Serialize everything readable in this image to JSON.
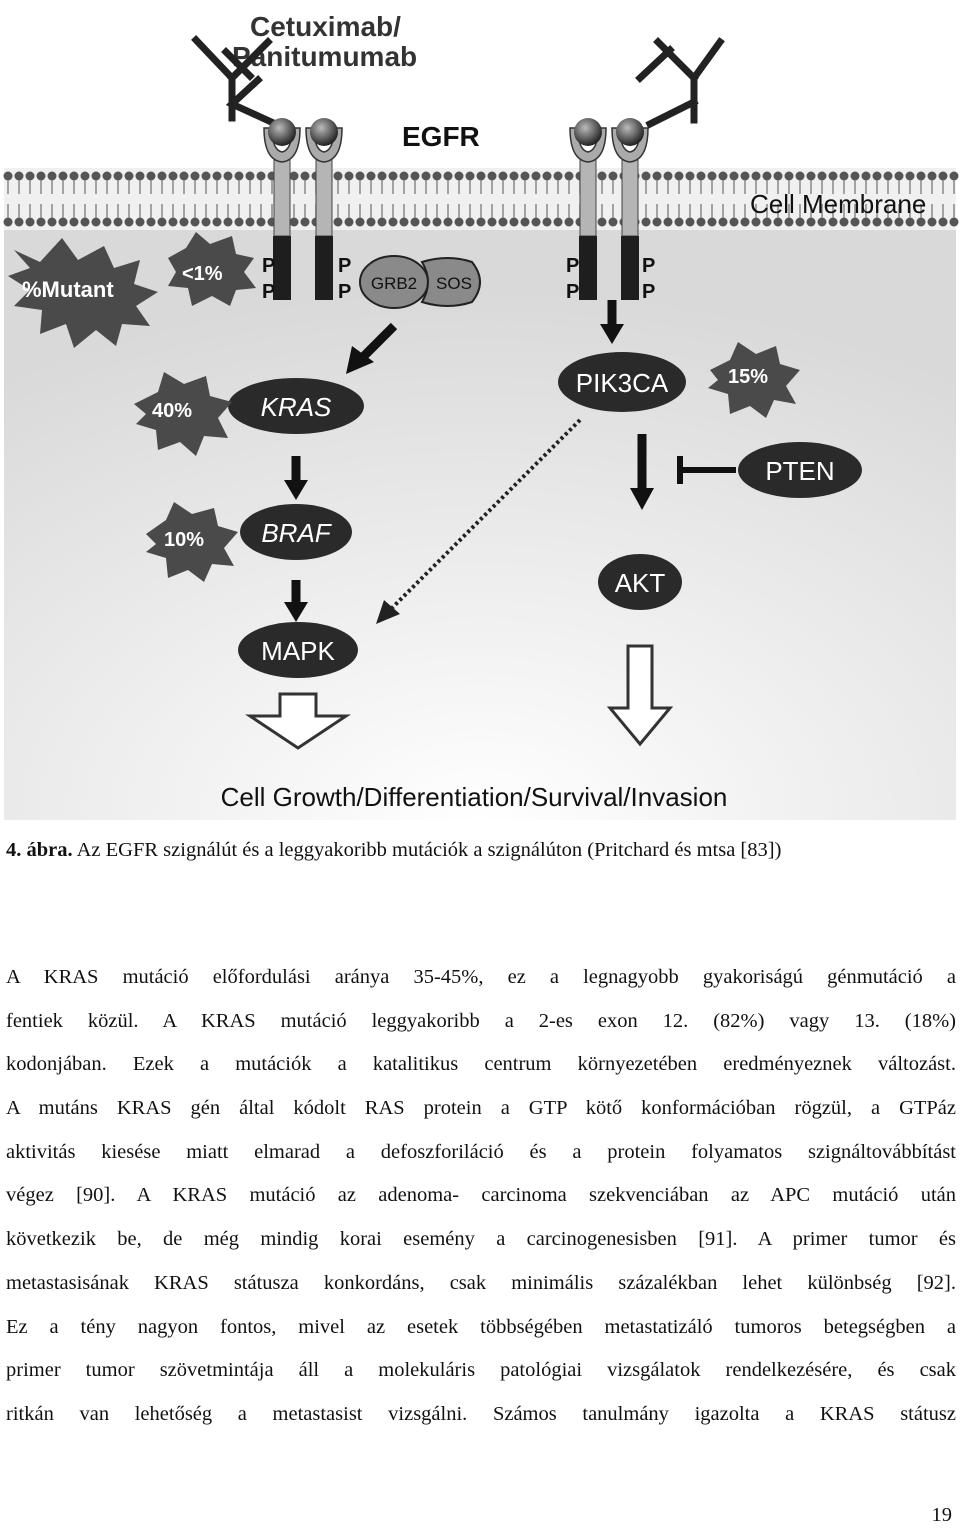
{
  "figure": {
    "drug_label_line1": "Cetuximab/",
    "drug_label_line2": "Panitumumab",
    "receptor_label": "EGFR",
    "membrane_label": "Cell Membrane",
    "mutant_burst_label": "%Mutant",
    "egfr_mutation_pct": "<1%",
    "phospho_label": "P",
    "grb2_label": "GRB2",
    "sos_label": "SOS",
    "kras_label": "KRAS",
    "kras_pct": "40%",
    "braf_label": "BRAF",
    "braf_pct": "10%",
    "mapk_label": "MAPK",
    "pik3ca_label": "PIK3CA",
    "pik3ca_pct": "15%",
    "pten_label": "PTEN",
    "akt_label": "AKT",
    "outcome_label": "Cell Growth/Differentiation/Survival/Invasion"
  },
  "caption": {
    "label": "4. ábra.",
    "text": " Az EGFR szignálút és a leggyakoribb mutációk a szignálúton (Pritchard és mtsa [83])"
  },
  "body_lines": [
    "A KRAS mutáció előfordulási aránya 35-45%, ez a legnagyobb gyakoriságú génmutáció a",
    "fentiek közül. A KRAS mutáció leggyakoribb a 2-es exon 12. (82%) vagy 13. (18%)",
    "kodonjában. Ezek a mutációk a katalitikus centrum környezetében eredményeznek változást.",
    "A mutáns KRAS gén által kódolt RAS protein a GTP kötő konformációban rögzül, a GTPáz",
    "aktivitás kiesése miatt elmarad a defoszforiláció és a protein folyamatos szignáltovábbítást",
    "végez [90]. A KRAS mutáció az adenoma- carcinoma szekvenciában az APC mutáció után",
    "következik be, de még mindig korai esemény a carcinogenesisben [91]. A primer tumor és",
    "metastasisának KRAS státusza konkordáns, csak minimális százalékban lehet különbség [92].",
    "Ez a tény nagyon fontos, mivel az esetek többségében metastatizáló tumoros betegségben a",
    "primer tumor szövetmintája áll a molekuláris patológiai vizsgálatok rendelkezésére, és csak",
    "ritkán van lehetőség a metastasist vizsgálni. Számos tanulmány igazolta a KRAS státusz"
  ],
  "page_number": "19"
}
